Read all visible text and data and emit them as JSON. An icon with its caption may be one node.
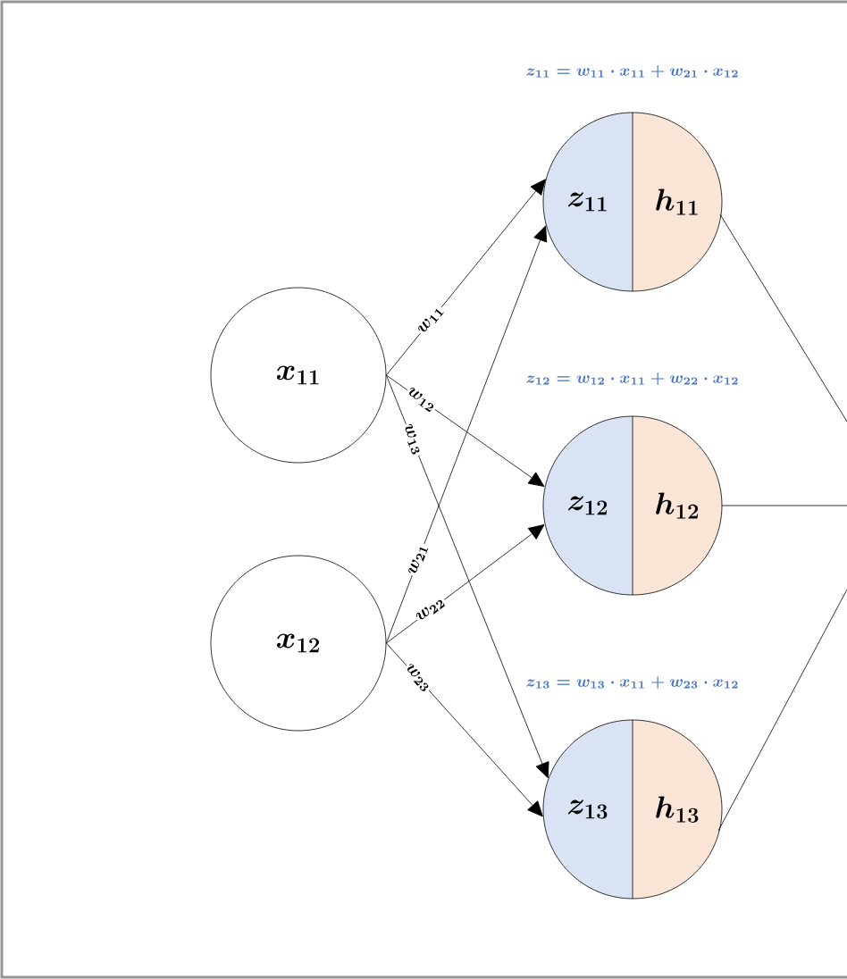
{
  "diagram": {
    "nodes": [
      {
        "text": [
          "x_{11}"
        ]
      },
      {
        "text": [
          "x_{12}"
        ]
      },
      {
        "text": [
          "z_{11}",
          "h_{11}"
        ],
        "beside": [
          "z_{11} = w_{11} \\cdot x_{11} + w_{21} \\cdot x_{12}"
        ]
      },
      {
        "text": [
          "z_{12}",
          "h_{12}"
        ],
        "beside": [
          "z_{12} = w_{12} \\cdot x_{11} + w_{22} \\cdot x_{12}"
        ]
      },
      {
        "text": [
          "z_{13}",
          "h_{13}"
        ],
        "beside": [
          "z_{13} = w_{13} \\cdot x_{11} + w_{23} \\cdot x_{12}"
        ]
      }
    ],
    "edges": [
      {
        "from": 0,
        "to": 2,
        "arrow": "to",
        "label": "w_{11}"
      },
      {
        "from": 0,
        "to": 3,
        "arrow": "to",
        "label": "w_{12}"
      },
      {
        "from": 0,
        "to": 4,
        "arrow": "to",
        "label": "w_{13}"
      },
      {
        "from": 1,
        "to": 2,
        "arrow": "to",
        "label": "w_{21}"
      },
      {
        "from": 1,
        "to": 3,
        "arrow": "to",
        "label": "w_{22}"
      },
      {
        "from": 1,
        "to": 4,
        "arrow": "to",
        "label": "w_{23}"
      },
      {
        "from": 2,
        "to": null,
        "arrow": "none"
      },
      {
        "from": 3,
        "to": null,
        "arrow": "none"
      },
      {
        "from": 4,
        "to": null,
        "arrow": "none"
      }
    ]
  }
}
